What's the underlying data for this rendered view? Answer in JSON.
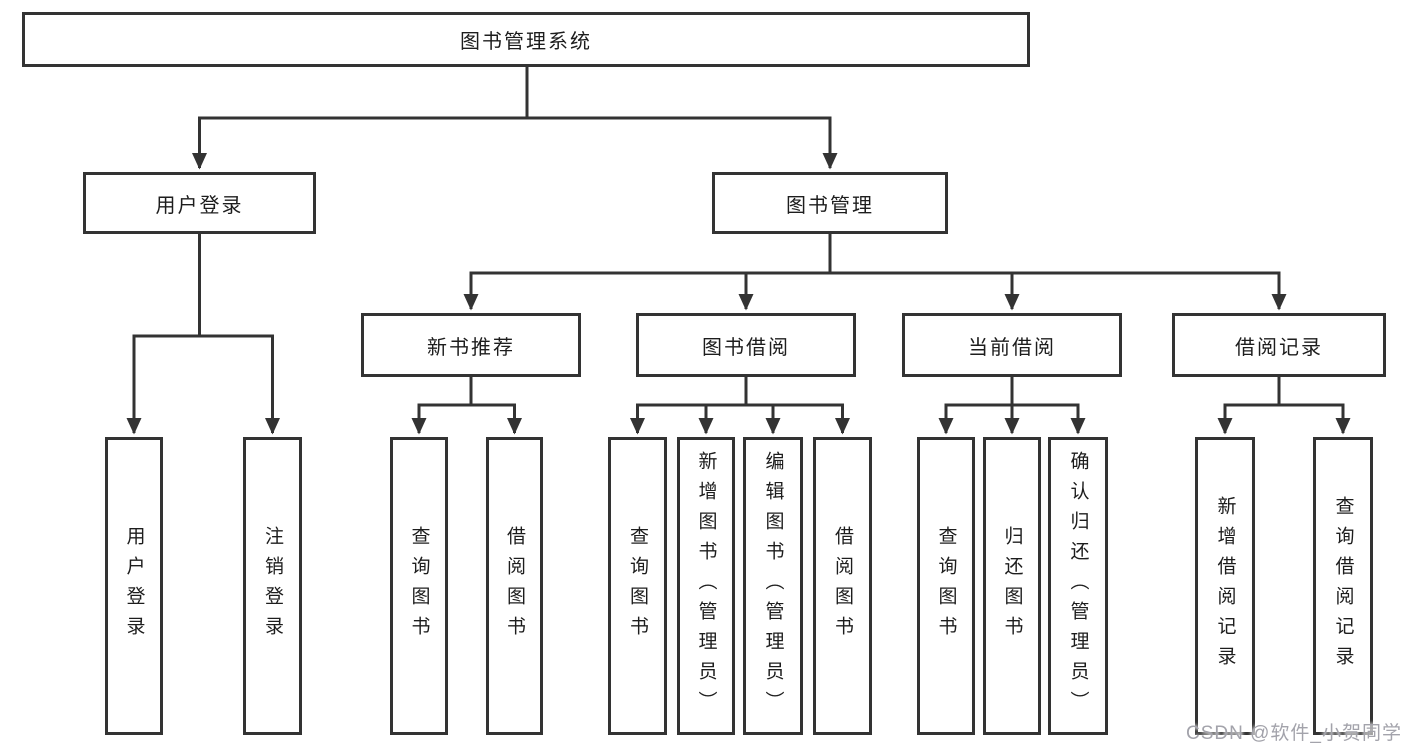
{
  "diagram": {
    "root": {
      "label": "图书管理系统"
    },
    "level2": [
      {
        "id": "user-login",
        "label": "用户登录"
      },
      {
        "id": "book-management",
        "label": "图书管理"
      }
    ],
    "level3": [
      {
        "id": "new-book-recommend",
        "label": "新书推荐",
        "parent": "图书管理"
      },
      {
        "id": "book-borrowing",
        "label": "图书借阅",
        "parent": "图书管理"
      },
      {
        "id": "current-borrowing",
        "label": "当前借阅",
        "parent": "图书管理"
      },
      {
        "id": "borrowing-records",
        "label": "借阅记录",
        "parent": "图书管理"
      }
    ],
    "leaves": [
      {
        "label": "用户登录",
        "parent": "用户登录"
      },
      {
        "label": "注销登录",
        "parent": "用户登录"
      },
      {
        "label": "查询图书",
        "parent": "新书推荐"
      },
      {
        "label": "借阅图书",
        "parent": "新书推荐"
      },
      {
        "label": "查询图书",
        "parent": "图书借阅"
      },
      {
        "label": "新增图书（管理员）",
        "parent": "图书借阅"
      },
      {
        "label": "编辑图书（管理员）",
        "parent": "图书借阅"
      },
      {
        "label": "借阅图书",
        "parent": "图书借阅"
      },
      {
        "label": "查询图书",
        "parent": "当前借阅"
      },
      {
        "label": "归还图书",
        "parent": "当前借阅"
      },
      {
        "label": "确认归还（管理员）",
        "parent": "当前借阅"
      },
      {
        "label": "新增借阅记录",
        "parent": "借阅记录"
      },
      {
        "label": "查询借阅记录",
        "parent": "借阅记录"
      }
    ]
  },
  "watermark": {
    "text": "CSDN @软件_小贺同学"
  },
  "colors": {
    "line": "#333333",
    "border": "#333333",
    "text": "#1d1d1d",
    "watermark": "#a3a3ab",
    "background": "#ffffff"
  }
}
